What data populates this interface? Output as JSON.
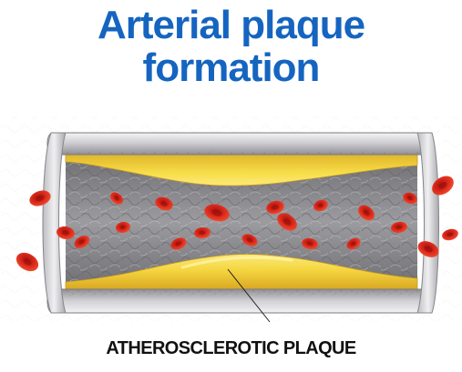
{
  "title": {
    "line1": "Arterial plaque",
    "line2": "formation"
  },
  "caption": "ATHEROSCLEROTIC PLAQUE",
  "colors": {
    "title": "#1565c0",
    "artery_wall": "#9e9ea3",
    "plaque": "#f2d43a",
    "blood_cell": "#d6261a",
    "caption": "#111111"
  }
}
